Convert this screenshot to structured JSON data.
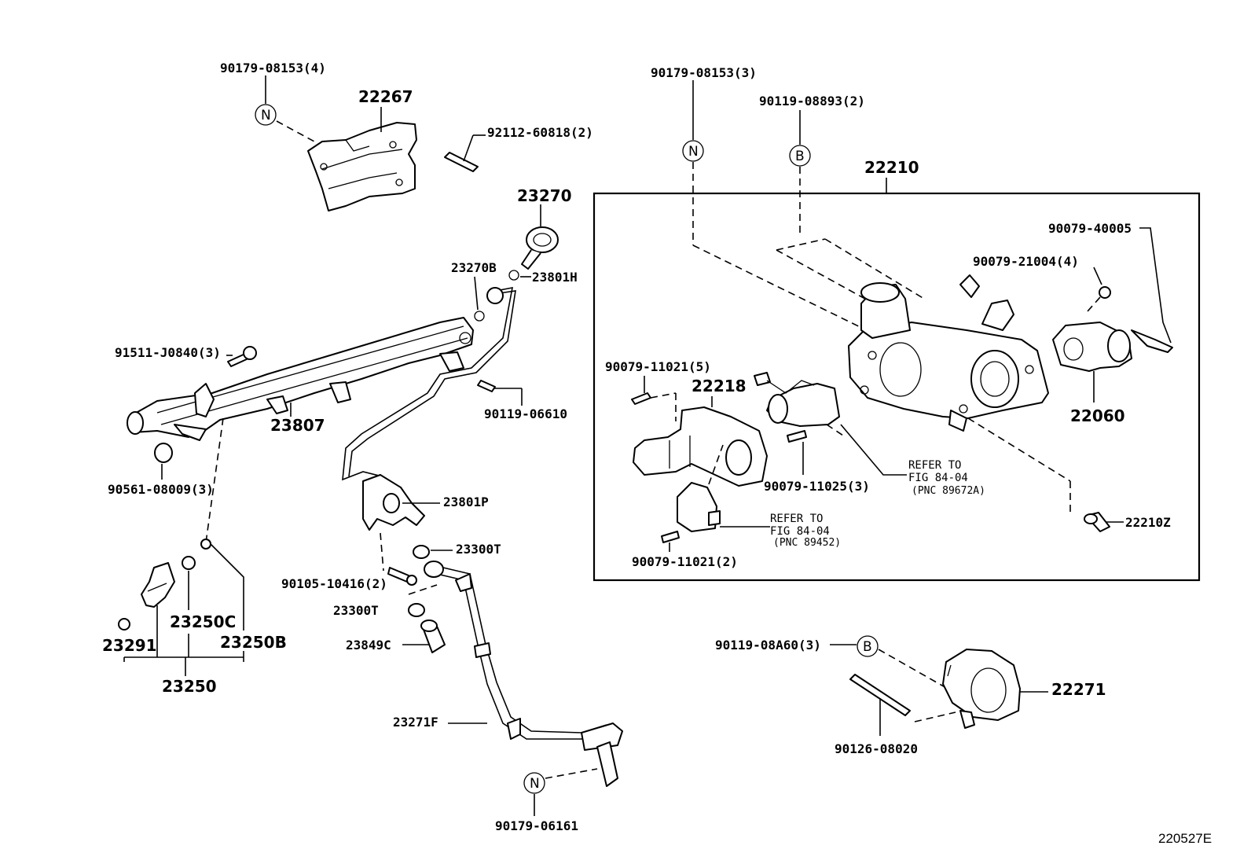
{
  "figure_id": "220527E",
  "labels": {
    "p22267": "22267",
    "p90179_08153_4": "90179-08153(4)",
    "p92112_60818": "92112-60818(2)",
    "p23270": "23270",
    "p23270B": "23270B",
    "p23801H": "23801H",
    "p91511_J0840": "91511-J0840(3)",
    "p23807": "23807",
    "p90119_06610": "90119-06610",
    "p90561_08009": "90561-08009(3)",
    "p23801P": "23801P",
    "p23300T_a": "23300T",
    "p90105_10416": "90105-10416(2)",
    "p23300T_b": "23300T",
    "p23849C": "23849C",
    "p23250C": "23250C",
    "p23250B": "23250B",
    "p23291": "23291",
    "p23250": "23250",
    "p23271F": "23271F",
    "p90179_06161": "90179-06161",
    "p90179_08153_3": "90179-08153(3)",
    "p90119_08893": "90119-08893(2)",
    "p22210": "22210",
    "p90079_40005": "90079-40005",
    "p90079_21004": "90079-21004(4)",
    "p22060": "22060",
    "p90079_11021_5": "90079-11021(5)",
    "p22218": "22218",
    "p90079_11025": "90079-11025(3)",
    "refer1_line1": "REFER TO",
    "refer1_line2": "FIG 84-04",
    "refer1_line3": "(PNC 89672A)",
    "refer2_line1": "REFER TO",
    "refer2_line2": "FIG 84-04",
    "refer2_line3": "(PNC 89452)",
    "p90079_11021_2": "90079-11021(2)",
    "p22210Z": "22210Z",
    "p90119_08A60": "90119-08A60(3)",
    "p22271": "22271",
    "p90126_08020": "90126-08020"
  },
  "markers": {
    "n": "N",
    "b": "B"
  }
}
